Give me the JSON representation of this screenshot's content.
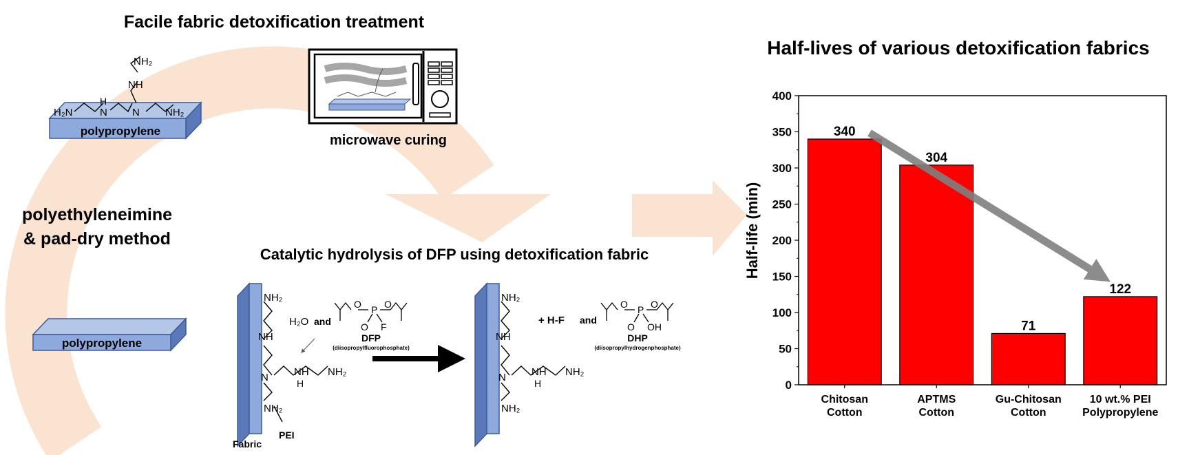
{
  "diagram": {
    "title_left": "Facile fabric detoxification treatment",
    "title_catalytic": "Catalytic hydrolysis of DFP using detoxification fabric",
    "method_line1": "polyethyleneimine",
    "method_line2": "& pad-dry method",
    "substrate_label": "polypropylene",
    "substrate_label_top": "polypropylene",
    "microwave_label": "microwave curing",
    "chem": {
      "nh2": "NH₂",
      "h2n": "H₂N",
      "nh": "NH",
      "n": "N",
      "h": "H",
      "o": "O",
      "p": "P",
      "f": "F",
      "oh": "OH",
      "water": "H₂O",
      "and": "and",
      "plus_hf": "+ H-F",
      "dfp": "DFP",
      "dfp_full": "(diisopropylfluorophosphate)",
      "dhp": "DHP",
      "dhp_full": "(diisopropylhydrogenphosphate)",
      "fabric": "Fabric",
      "pei": "PEI"
    }
  },
  "chart_data": {
    "type": "bar",
    "title": "Half-lives of various detoxification fabrics",
    "xlabel": "",
    "ylabel": "Half-life (min)",
    "ylim": [
      0,
      400
    ],
    "yticks": [
      0,
      50,
      100,
      150,
      200,
      250,
      300,
      350,
      400
    ],
    "categories": [
      [
        "Chitosan",
        "Cotton"
      ],
      [
        "APTMS",
        "Cotton"
      ],
      [
        "Gu-Chitosan",
        "Cotton"
      ],
      [
        "10 wt.% PEI",
        "Polypropylene"
      ]
    ],
    "values": [
      340,
      304,
      71,
      122
    ],
    "data_labels": [
      "340",
      "304",
      "71",
      "122"
    ],
    "bar_color": "#ff0000",
    "trend_arrow_color": "#808080",
    "grid": false,
    "legend": "none"
  },
  "colors": {
    "fabric_blue": "#8ea9db",
    "fabric_edge": "#3c5a9a",
    "flow_arrow": "#fbe0cc"
  }
}
